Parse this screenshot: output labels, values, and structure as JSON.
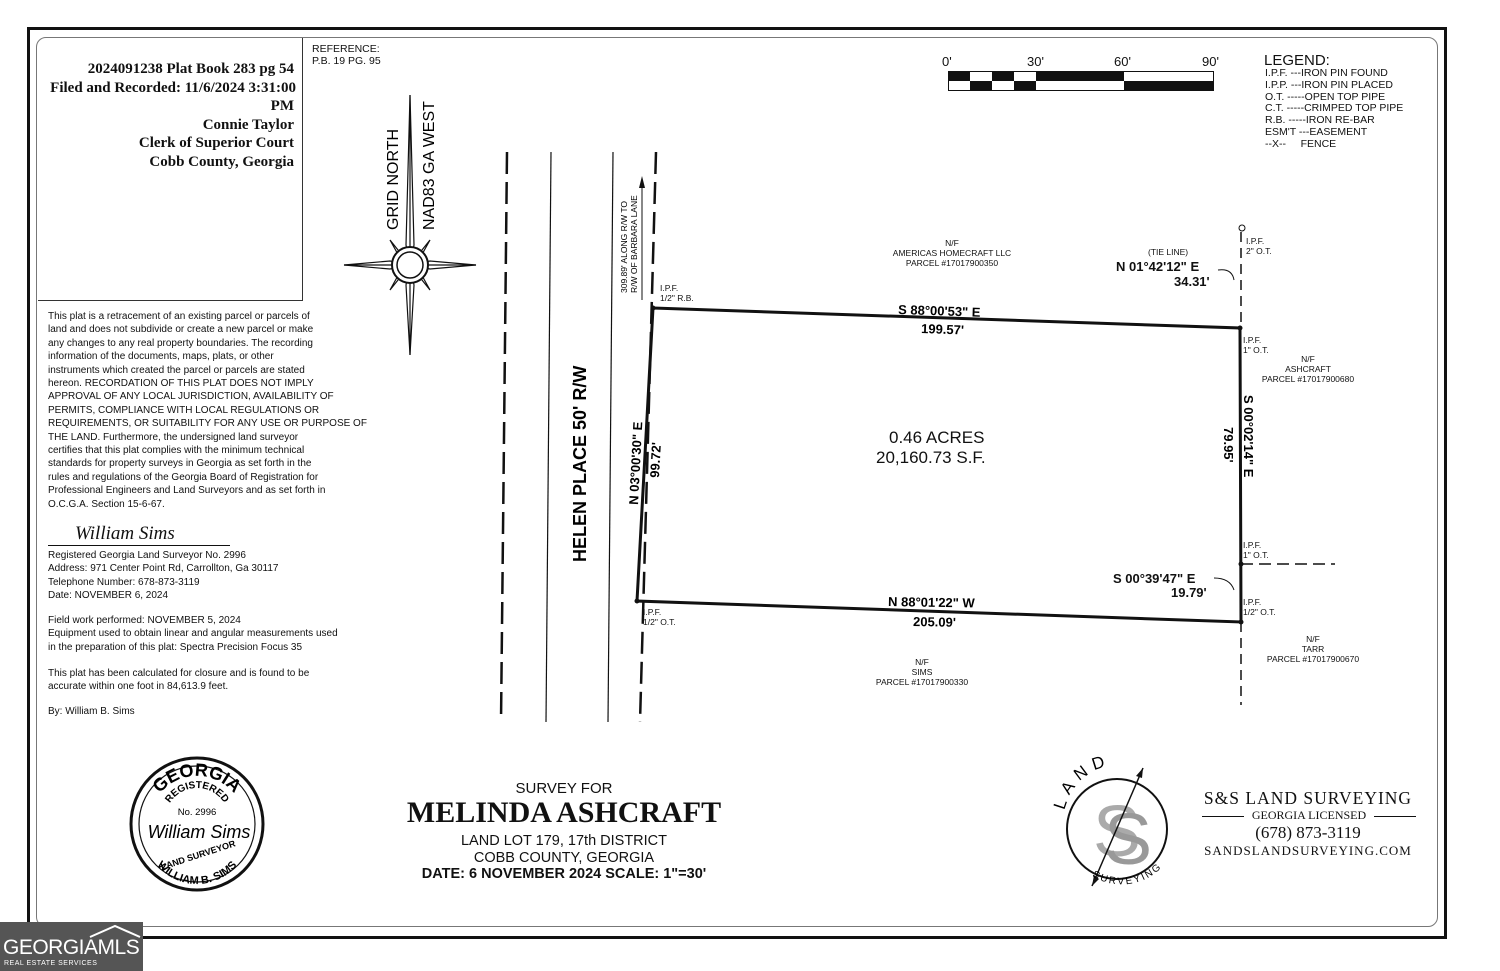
{
  "recording": {
    "line1": "2024091238 Plat Book 283 pg 54",
    "line2": "Filed and Recorded: 11/6/2024 3:31:00",
    "line3": "PM",
    "line4": "Connie Taylor",
    "line5": "Clerk of Superior Court",
    "line6": "Cobb County, Georgia"
  },
  "reference": {
    "line1": "REFERENCE:",
    "line2": "P.B. 19 PG. 95"
  },
  "north_arrow": {
    "label1": "GRID NORTH",
    "label2": "NAD83 GA WEST"
  },
  "scale_bar": {
    "labels": [
      "0'",
      "30'",
      "60'",
      "90'"
    ]
  },
  "legend": {
    "title": "LEGEND:",
    "items": [
      "I.P.F. ---IRON PIN FOUND",
      "I.P.P. ---IRON PIN PLACED",
      "O.T. -----OPEN TOP PIPE",
      "C.T. -----CRIMPED TOP PIPE",
      "R.B. -----IRON RE-BAR",
      "ESM'T ---EASEMENT",
      "--X--     FENCE"
    ]
  },
  "notes": {
    "paragraph": [
      "This plat is a retracement of an existing parcel or parcels of",
      "land and does not subdivide or create a new parcel or make",
      "any changes to any real property boundaries. The recording",
      "information of the documents, maps, plats, or other",
      "instruments which created the parcel or parcels are stated",
      "hereon. RECORDATION OF THIS PLAT DOES NOT IMPLY",
      "APPROVAL OF ANY LOCAL JURISDICTION, AVAILABILITY OF",
      "PERMITS, COMPLIANCE WITH LOCAL REGULATIONS OR",
      "REQUIREMENTS, OR SUITABILITY FOR ANY USE OR PURPOSE OF",
      "THE LAND. Furthermore, the undersigned land surveyor",
      "certifies that this plat complies with the minimum technical",
      "standards for property surveys in Georgia as set forth in the",
      "rules and regulations of the Georgia Board of Registration for",
      "Professional Engineers and Land Surveyors and as set forth in",
      "O.C.G.A. Section 15-6-67."
    ],
    "signature": "William Sims",
    "surveyor": [
      "Registered Georgia Land Surveyor No. 2996",
      "Address: 971 Center Point Rd, Carrollton, Ga 30117",
      "Telephone Number: 678-873-3119",
      "Date: NOVEMBER 6, 2024"
    ],
    "field": [
      "Field work performed: NOVEMBER 5, 2024",
      "Equipment used to obtain linear and angular measurements used",
      "in the preparation of this plat: Spectra Precision Focus 35"
    ],
    "closure": [
      "This plat has been calculated for closure and is found to be",
      "accurate within one foot in 84,613.9 feet."
    ],
    "by": "By:  William B. Sims"
  },
  "road": {
    "name": "HELEN PLACE 50' R/W",
    "tie": [
      "309.89' ALONG R/W TO",
      "R/W OF BARBARA LANE"
    ]
  },
  "parcel": {
    "acres": "0.46 ACRES",
    "sqft": "20,160.73 S.F.",
    "north_bearing": "S 88°00'53\" E",
    "north_dist": "199.57'",
    "east_bearing": "S 00°02'14\" E",
    "east_dist": "79.95'",
    "south_bearing": "N 88°01'22\" W",
    "south_dist": "205.09'",
    "west_bearing": "N 03°00'30\" E",
    "west_dist": "99.72'",
    "tie_label": "(TIE LINE)",
    "tie_bearing": "N 01°42'12\" E",
    "tie_dist": "34.31'",
    "se_bearing": "S 00°39'47\" E",
    "se_dist": "19.79'"
  },
  "pins": {
    "nw": [
      "I.P.F.",
      "1/2\" R.B."
    ],
    "ne": [
      "I.P.F.",
      "1\" O.T."
    ],
    "ne_tie": [
      "I.P.F.",
      "2\" O.T."
    ],
    "e_mid": [
      "I.P.F.",
      "1\" O.T."
    ],
    "se": [
      "I.P.F.",
      "1/2\" O.T."
    ],
    "sw": [
      "I.P.F.",
      "1/2\" O.T."
    ]
  },
  "adjoiners": {
    "north": [
      "N/F",
      "AMERICAS HOMECRAFT LLC",
      "PARCEL #17017900350"
    ],
    "east": [
      "N/F",
      "ASHCRAFT",
      "PARCEL #17017900680"
    ],
    "southeast": [
      "N/F",
      "TARR",
      "PARCEL #17017900670"
    ],
    "south": [
      "N/F",
      "SIMS",
      "PARCEL #17017900330"
    ]
  },
  "title_block": {
    "survey_for": "SURVEY FOR",
    "client": "MELINDA  ASHCRAFT",
    "line1": "LAND LOT 179, 17th DISTRICT",
    "line2": "COBB COUNTY, GEORGIA",
    "line3": "DATE:  6 NOVEMBER 2024   SCALE:  1\"=30'"
  },
  "seal": {
    "top": "GEORGIA",
    "registered": "REGISTERED",
    "no": "No.  2996",
    "signature": "William Sims",
    "land_surveyor": "LAND SURVEYOR",
    "bottom": "WILLIAM B. SIMS"
  },
  "company": {
    "logo_top": "LAND",
    "logo_bottom": "SURVEYING",
    "name": "S&S LAND SURVEYING",
    "licensed": "GEORGIA LICENSED",
    "phone": "(678) 873-3119",
    "web": "SANDSLANDSURVEYING.COM"
  },
  "watermark": {
    "text": "GEORGIAMLS",
    "sub": "REAL ESTATE SERVICES"
  }
}
